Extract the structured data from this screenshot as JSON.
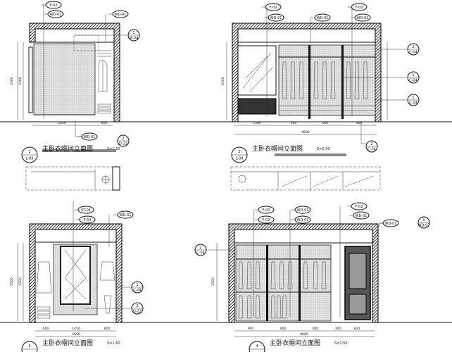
{
  "views": [
    {
      "title": "主卧衣帽间立面图",
      "scale": "S=1:50",
      "index_no": "1",
      "index_sheet": "L-09",
      "tags": [
        "F-02",
        "WD-01",
        "WD-01",
        "WD-01"
      ],
      "callouts": [
        {
          "no": "1",
          "sheet": "W-04"
        },
        {
          "no": "2",
          "sheet": "D-22"
        }
      ],
      "dims_vertical": [
        "2500",
        "2300"
      ],
      "dims_bottom": [
        "2050",
        "600"
      ]
    },
    {
      "title": "主卧衣帽间立面图",
      "scale": "S=1:50",
      "index_no": "2",
      "index_sheet": "L-09",
      "tags": [
        "F-02",
        "WD-01",
        "WD-01",
        "F-02",
        "WD-01"
      ],
      "callouts": [
        {
          "no": "2",
          "sheet": "C-04"
        },
        {
          "no": "1",
          "sheet": "C-04"
        },
        {
          "no": "1",
          "sheet": "C-04"
        },
        {
          "no": "2",
          "sheet": "C-04"
        }
      ],
      "dims_vertical": [
        "2500"
      ],
      "dims_bottom": [
        "1500",
        "900",
        "900",
        "900"
      ],
      "dims_total": "4600"
    },
    {
      "title": "主卧衣帽间立面图",
      "scale": "S=1:50",
      "index_no": "3",
      "tags": [
        "ST-04",
        "F-02",
        "WD-01"
      ],
      "callouts": [
        {
          "no": "1",
          "sheet": "C-04"
        },
        {
          "no": "2",
          "sheet": "D-22"
        }
      ],
      "dims_vertical": [
        "2500",
        "2300"
      ],
      "dims_bottom": [
        "600",
        "1450",
        "600"
      ],
      "dims_total": "2650"
    },
    {
      "title": "主卧衣帽间立面图",
      "scale": "S=1:50",
      "index_no": "4",
      "tags": [
        "F-02",
        "F-02",
        "WD-01",
        "WD-01",
        "F-02",
        "WD-01",
        "WD-01"
      ],
      "callouts": [
        {
          "no": "2",
          "sheet": "C-04"
        },
        {
          "no": "1",
          "sheet": "WD-02"
        }
      ],
      "dims_vertical": [
        "2500"
      ],
      "dims_bottom": [
        "900",
        "900",
        "900",
        "300",
        "820"
      ],
      "dims_total": "4600"
    }
  ],
  "colors": {
    "line": "#111111",
    "background": "#ffffff"
  }
}
